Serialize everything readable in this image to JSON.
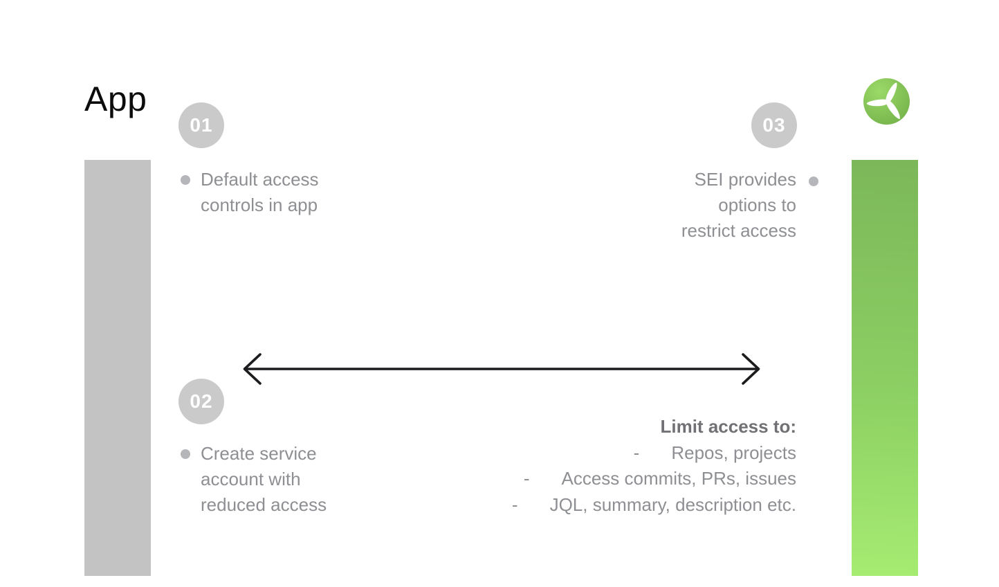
{
  "title": "App",
  "steps": [
    {
      "number": "01",
      "text": "Default access\ncontrols in app"
    },
    {
      "number": "02",
      "text": "Create service\naccount with\nreduced access"
    },
    {
      "number": "03",
      "text": "SEI provides\noptions to\nrestrict access"
    }
  ],
  "limit": {
    "heading": "Limit access to:",
    "dash": "-",
    "items": [
      "Repos, projects",
      "Access commits, PRs, issues",
      "JQL, summary, description etc."
    ]
  },
  "icons": {
    "logo": "turbine-propeller-icon"
  },
  "colors": {
    "gray_bar": "#C3C3C4",
    "step_circle": "#CACACA",
    "text_gray": "#8E8F93",
    "heading_gray": "#717175",
    "arrow_black": "#1C1C1E",
    "green_bar_top": "#7CB759",
    "green_bar_bottom": "#A6EC72",
    "logo_green_light": "#9BD968",
    "logo_green_dark": "#74B24B"
  }
}
